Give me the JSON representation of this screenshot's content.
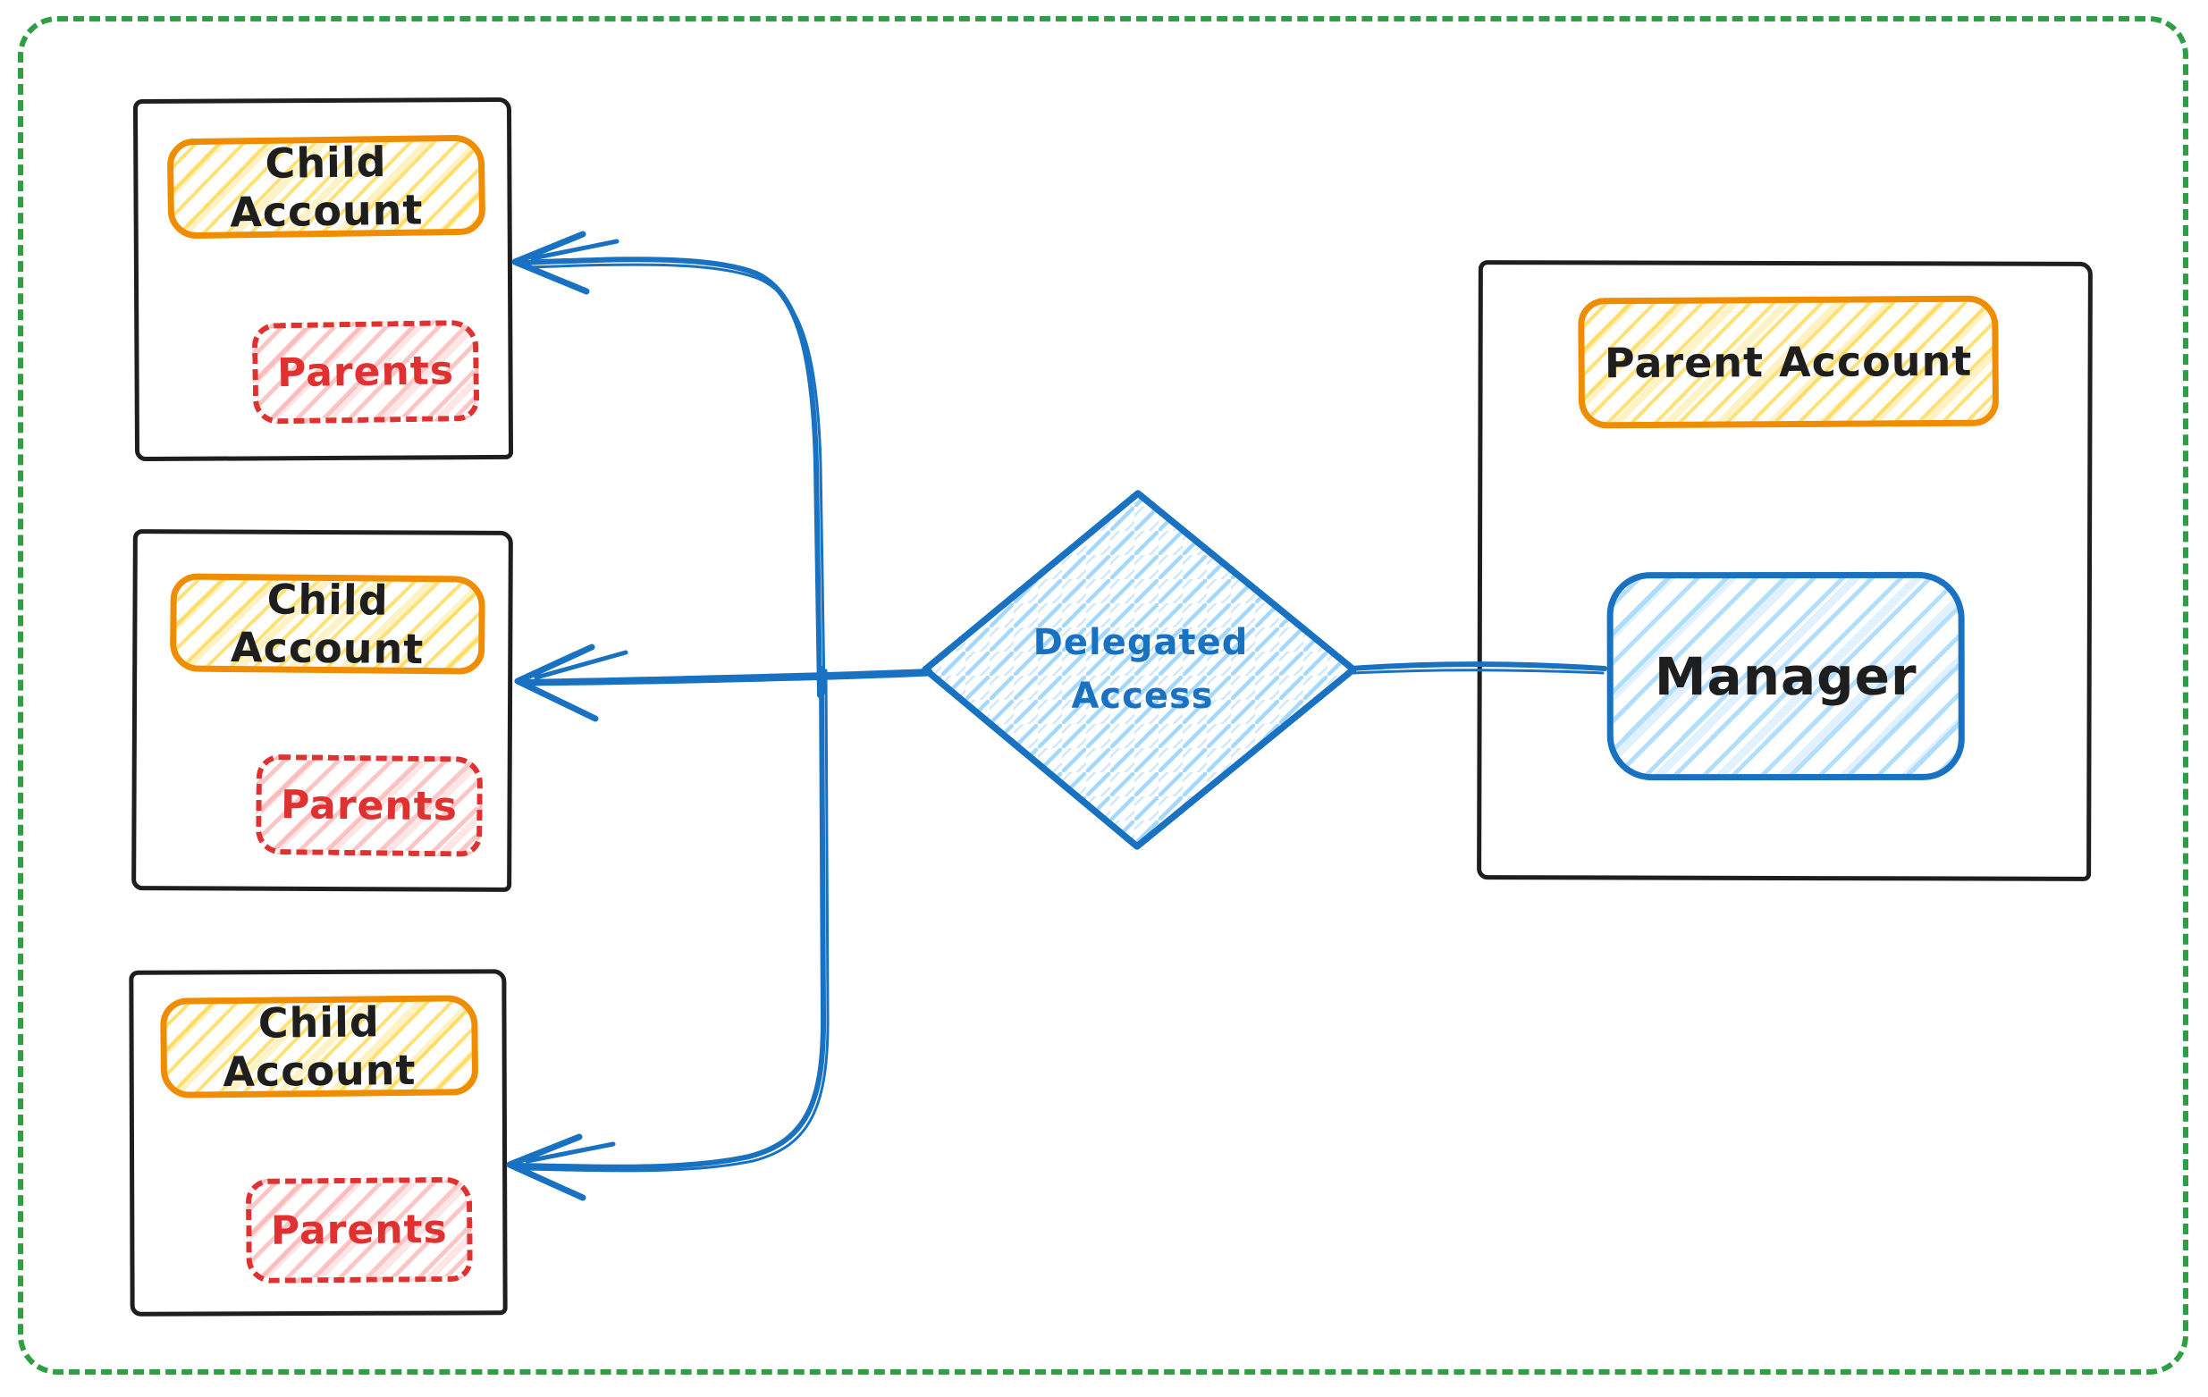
{
  "palette": {
    "background": "#ffffff",
    "frame_green": "#2f9e44",
    "shape_black": "#1e1e1e",
    "accent_orange": "#f08c00",
    "hatch_yellow": "#ffd43b",
    "accent_red": "#e03131",
    "hatch_pink": "#ffc9c9",
    "accent_blue": "#1971c2",
    "hatch_blue": "#a5d8ff"
  },
  "children": [
    {
      "account_label": "Child Account",
      "parents_label": "Parents"
    },
    {
      "account_label": "Child Account",
      "parents_label": "Parents"
    },
    {
      "account_label": "Child Account",
      "parents_label": "Parents"
    }
  ],
  "parent": {
    "account_label": "Parent Account",
    "manager_label": "Manager"
  },
  "decision": {
    "label_line1": "Delegated",
    "label_line2": "Access"
  }
}
